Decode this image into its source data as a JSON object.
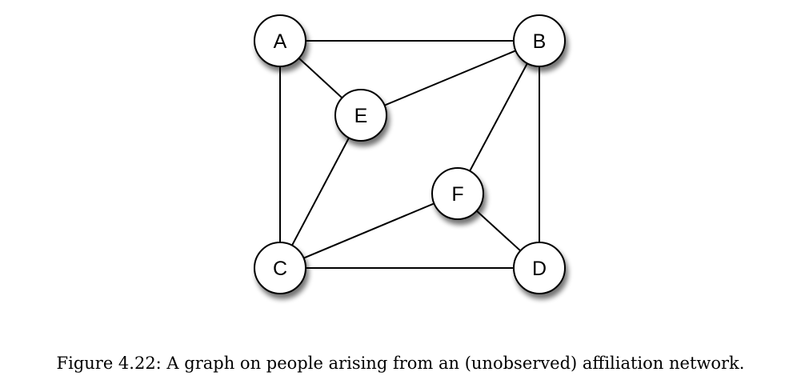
{
  "figure": {
    "caption": "Figure 4.22: A graph on people arising from an (unobserved) affiliation network."
  },
  "graph": {
    "nodes": [
      {
        "id": "A",
        "label": "A"
      },
      {
        "id": "B",
        "label": "B"
      },
      {
        "id": "E",
        "label": "E"
      },
      {
        "id": "F",
        "label": "F"
      },
      {
        "id": "C",
        "label": "C"
      },
      {
        "id": "D",
        "label": "D"
      }
    ],
    "edges": [
      [
        "A",
        "B"
      ],
      [
        "A",
        "E"
      ],
      [
        "A",
        "C"
      ],
      [
        "B",
        "E"
      ],
      [
        "B",
        "F"
      ],
      [
        "B",
        "D"
      ],
      [
        "E",
        "C"
      ],
      [
        "F",
        "C"
      ],
      [
        "F",
        "D"
      ],
      [
        "C",
        "D"
      ]
    ]
  },
  "colors": {
    "node_fill": "#ffffff",
    "node_stroke": "#000000",
    "edge": "#000000",
    "shadow": "#000000"
  }
}
